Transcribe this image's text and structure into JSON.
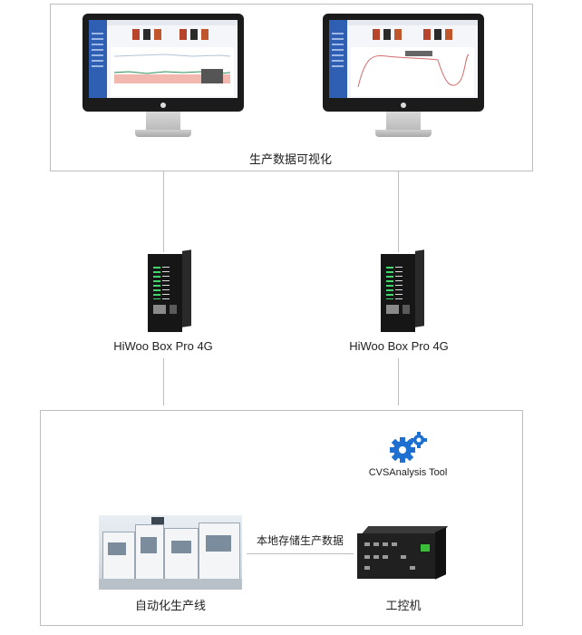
{
  "top_panel": {
    "caption": "生产数据可视化"
  },
  "gateways": [
    {
      "label": "HiWoo Box Pro 4G"
    },
    {
      "label": "HiWoo Box Pro 4G"
    }
  ],
  "bottom_panel": {
    "tool_label": "CVSAnalysis Tool",
    "connection_label": "本地存储生产数据",
    "production_line_label": "自动化生产线",
    "industrial_pc_label": "工控机"
  },
  "colors": {
    "border": "#bdbdbd",
    "gear_blue": "#1d6fd1",
    "dashboard_blue": "#2f5fb3"
  },
  "icons": [
    "monitor-icon",
    "gateway-device-icon",
    "gears-icon",
    "factory-photo",
    "industrial-pc-icon"
  ]
}
